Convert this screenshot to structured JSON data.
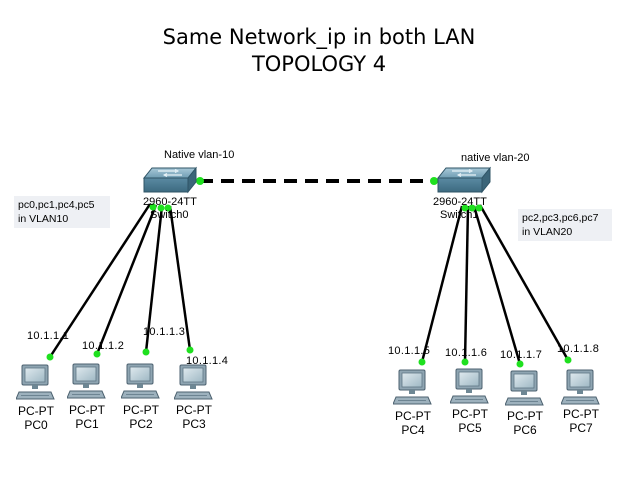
{
  "title": {
    "line1": "Same Network_ip in both LAN",
    "line2": "TOPOLOGY 4"
  },
  "switches": [
    {
      "id": "sw0",
      "vlan_label": "Native vlan-10",
      "model": "2960-24TT",
      "name": "Switch0"
    },
    {
      "id": "sw1",
      "vlan_label": "native vlan-20",
      "model": "2960-24TT",
      "name": "Switch1"
    }
  ],
  "notes": {
    "left": [
      "pc0,pc1,pc4,pc5",
      "in VLAN10"
    ],
    "right": [
      "pc2,pc3,pc6,pc7",
      "in VLAN20"
    ]
  },
  "pcs": [
    {
      "type": "PC-PT",
      "name": "PC0",
      "ip": "10.1.1.1"
    },
    {
      "type": "PC-PT",
      "name": "PC1",
      "ip": "10.1.1.2"
    },
    {
      "type": "PC-PT",
      "name": "PC2",
      "ip": "10.1.1.3"
    },
    {
      "type": "PC-PT",
      "name": "PC3",
      "ip": "10.1.1.4"
    },
    {
      "type": "PC-PT",
      "name": "PC4",
      "ip": "10.1.1.5"
    },
    {
      "type": "PC-PT",
      "name": "PC5",
      "ip": "10.1.1.6"
    },
    {
      "type": "PC-PT",
      "name": "PC6",
      "ip": "10.1.1.7"
    },
    {
      "type": "PC-PT",
      "name": "PC7",
      "ip": "10.1.1.8"
    }
  ],
  "colors": {
    "link": "#000000",
    "link_light": "#1fe01f",
    "switch_body": "#5d8fa8",
    "pc_body": "#7f97a6"
  }
}
